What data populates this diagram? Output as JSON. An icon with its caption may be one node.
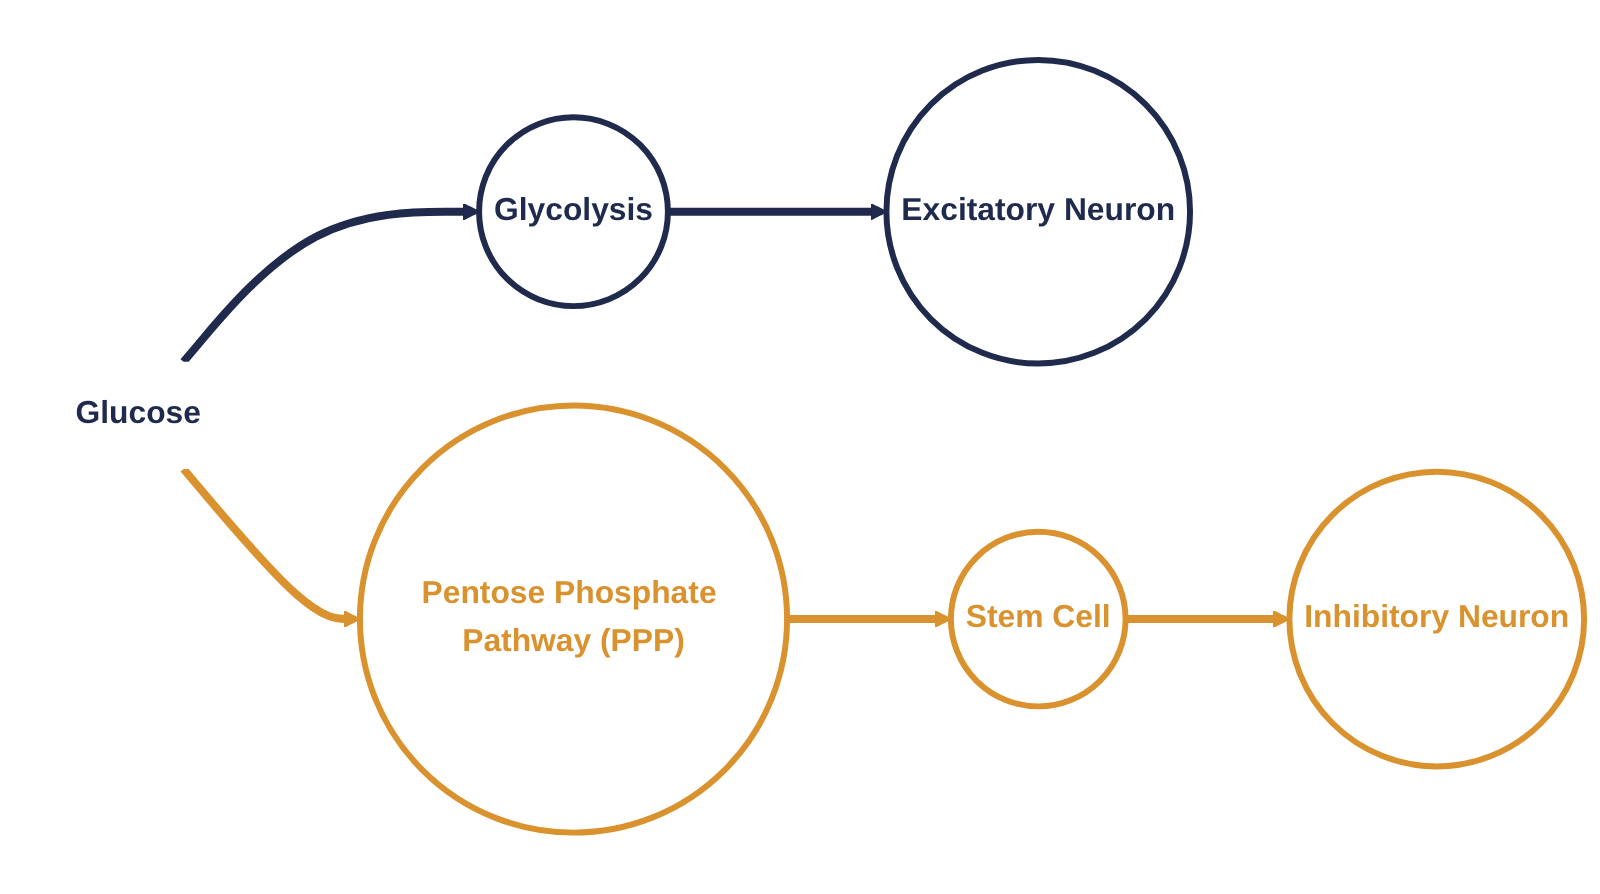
{
  "diagram": {
    "nodes": [
      {
        "text": [
          "Glucose"
        ]
      },
      {
        "text": [
          "Glycolysis"
        ]
      },
      {
        "text": [
          "Excitatory Neuron"
        ]
      },
      {
        "text": [
          "Pentose Phosphate Pathway (PPP)"
        ]
      },
      {
        "text": [
          "Stem Cell"
        ]
      },
      {
        "text": [
          "Inhibitory Neuron"
        ]
      }
    ],
    "edges": [
      {
        "from": 0,
        "to": 1,
        "arrow": "to",
        "color": "#1f2a4d"
      },
      {
        "from": 1,
        "to": 2,
        "arrow": "to",
        "color": "#1f2a4d"
      },
      {
        "from": 0,
        "to": 3,
        "arrow": "to"
      },
      {
        "from": 3,
        "to": 4,
        "arrow": "to"
      },
      {
        "from": 4,
        "to": 5,
        "arrow": "to"
      }
    ]
  }
}
